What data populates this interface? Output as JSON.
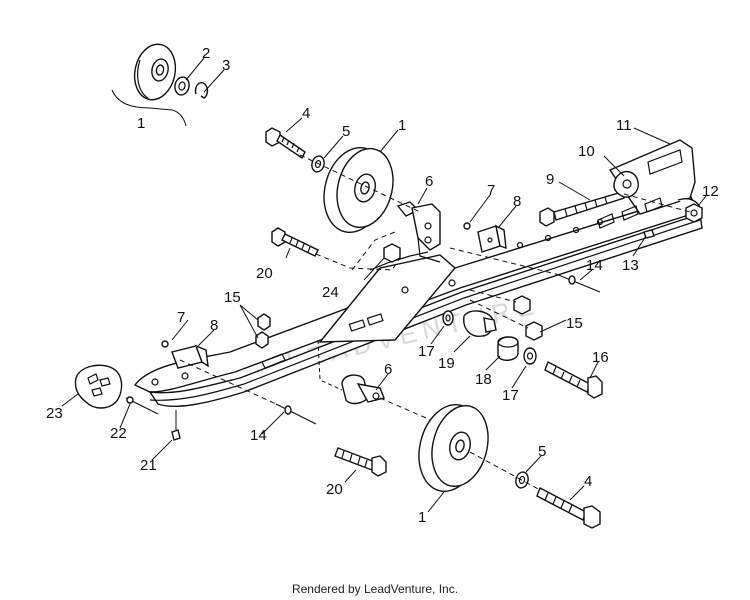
{
  "watermark": "LEADVENTURE",
  "footer": "Rendered by LeadVenture, Inc.",
  "callouts": {
    "c1a": "1",
    "c2": "2",
    "c3": "3",
    "c4a": "4",
    "c5a": "5",
    "c1b": "1",
    "c6a": "6",
    "c7a": "7",
    "c8a": "8",
    "c9": "9",
    "c10": "10",
    "c11": "11",
    "c12": "12",
    "c13": "13",
    "c20a": "20",
    "c24": "24",
    "c14a": "14",
    "c15a": "15",
    "c15b": "15",
    "c7b": "7",
    "c8b": "8",
    "c17a": "17",
    "c19": "19",
    "c18": "18",
    "c17b": "17",
    "c16": "16",
    "c23": "23",
    "c22": "22",
    "c21": "21",
    "c14b": "14",
    "c6b": "6",
    "c20b": "20",
    "c1c": "1",
    "c5b": "5",
    "c4b": "4"
  }
}
